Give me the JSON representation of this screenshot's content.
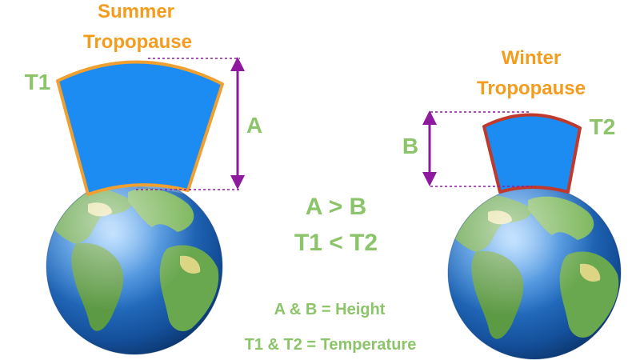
{
  "summer": {
    "title_line1": "Summer",
    "title_line2": "Tropopause",
    "temp_label": "T1",
    "height_label": "A"
  },
  "winter": {
    "title_line1": "Winter",
    "title_line2": "Tropopause",
    "temp_label": "T2",
    "height_label": "B"
  },
  "relations": {
    "height_comparison": "A > B",
    "temperature_comparison": "T1 < T2"
  },
  "legend": {
    "height_key": "A & B = Height",
    "temperature_key": "T1 & T2 = Temperature"
  },
  "colors": {
    "title_orange": "#f39c1e",
    "label_green": "#8cc46a",
    "atmosphere_blue": "#1d8cf2",
    "summer_border": "#f0a030",
    "winter_border": "#c0392b",
    "arrow_purple": "#8e1a9e",
    "ocean": "#1f63b5",
    "land": "#6aa84f"
  },
  "icons": {
    "globe": "earth-globe-icon"
  }
}
